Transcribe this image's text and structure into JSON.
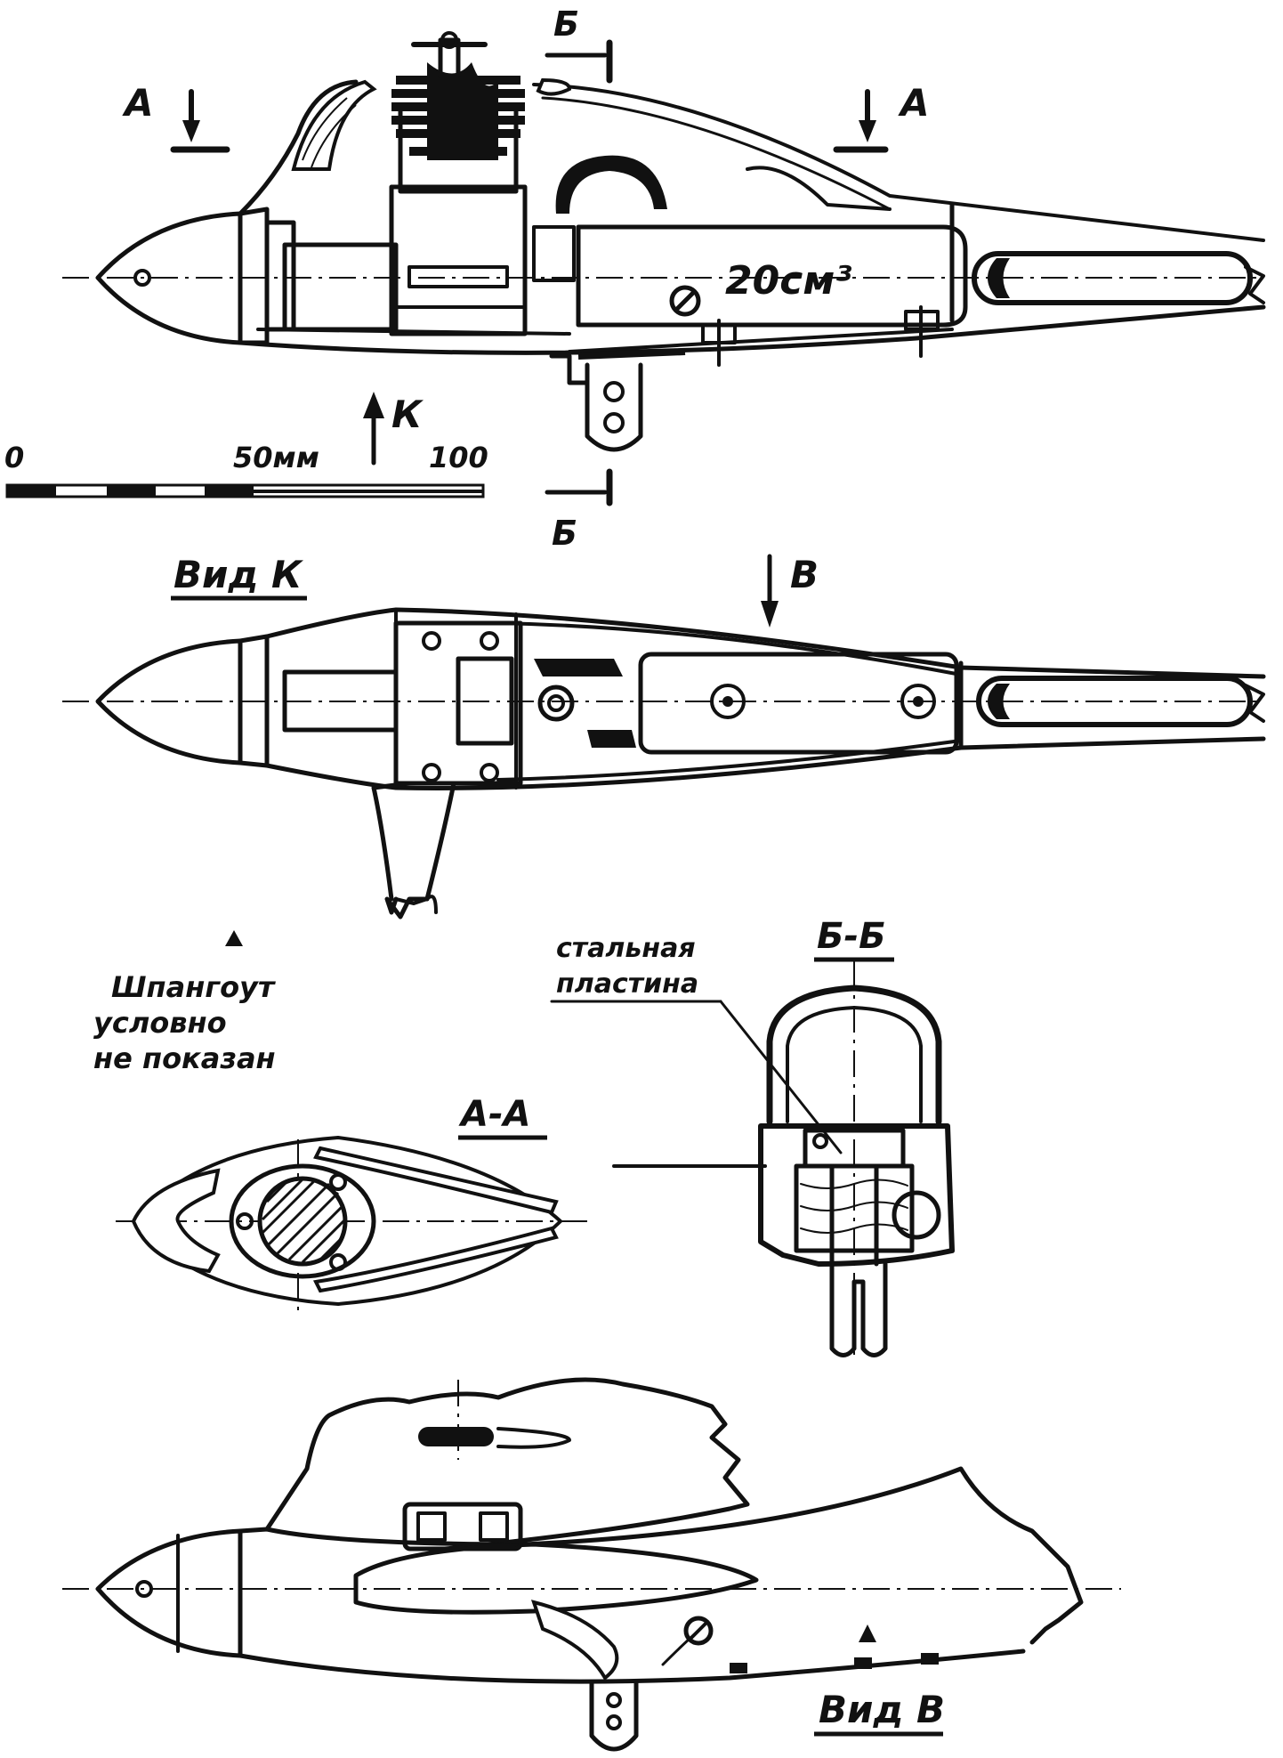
{
  "labels": {
    "section_a_top_left": "А",
    "section_a_top_right": "А",
    "section_b_top": "Б",
    "section_b_bottom": "Б",
    "view_k_arrow": "К",
    "engine_volume": "20см³",
    "scale_zero": "0",
    "scale_mid": "50мм",
    "scale_end": "100",
    "view_k_title": "Вид К",
    "view_v_arrow": "В",
    "note_line1": "Шпангоут",
    "note_line2": "условно",
    "note_line3": "не показан",
    "steel_plate_line1": "стальная",
    "steel_plate_line2": "пластина",
    "section_bb_title": "Б-Б",
    "section_aa_title": "А-А",
    "view_v_title": "Вид В"
  },
  "colors": {
    "ink": "#111111",
    "paper": "#ffffff"
  }
}
